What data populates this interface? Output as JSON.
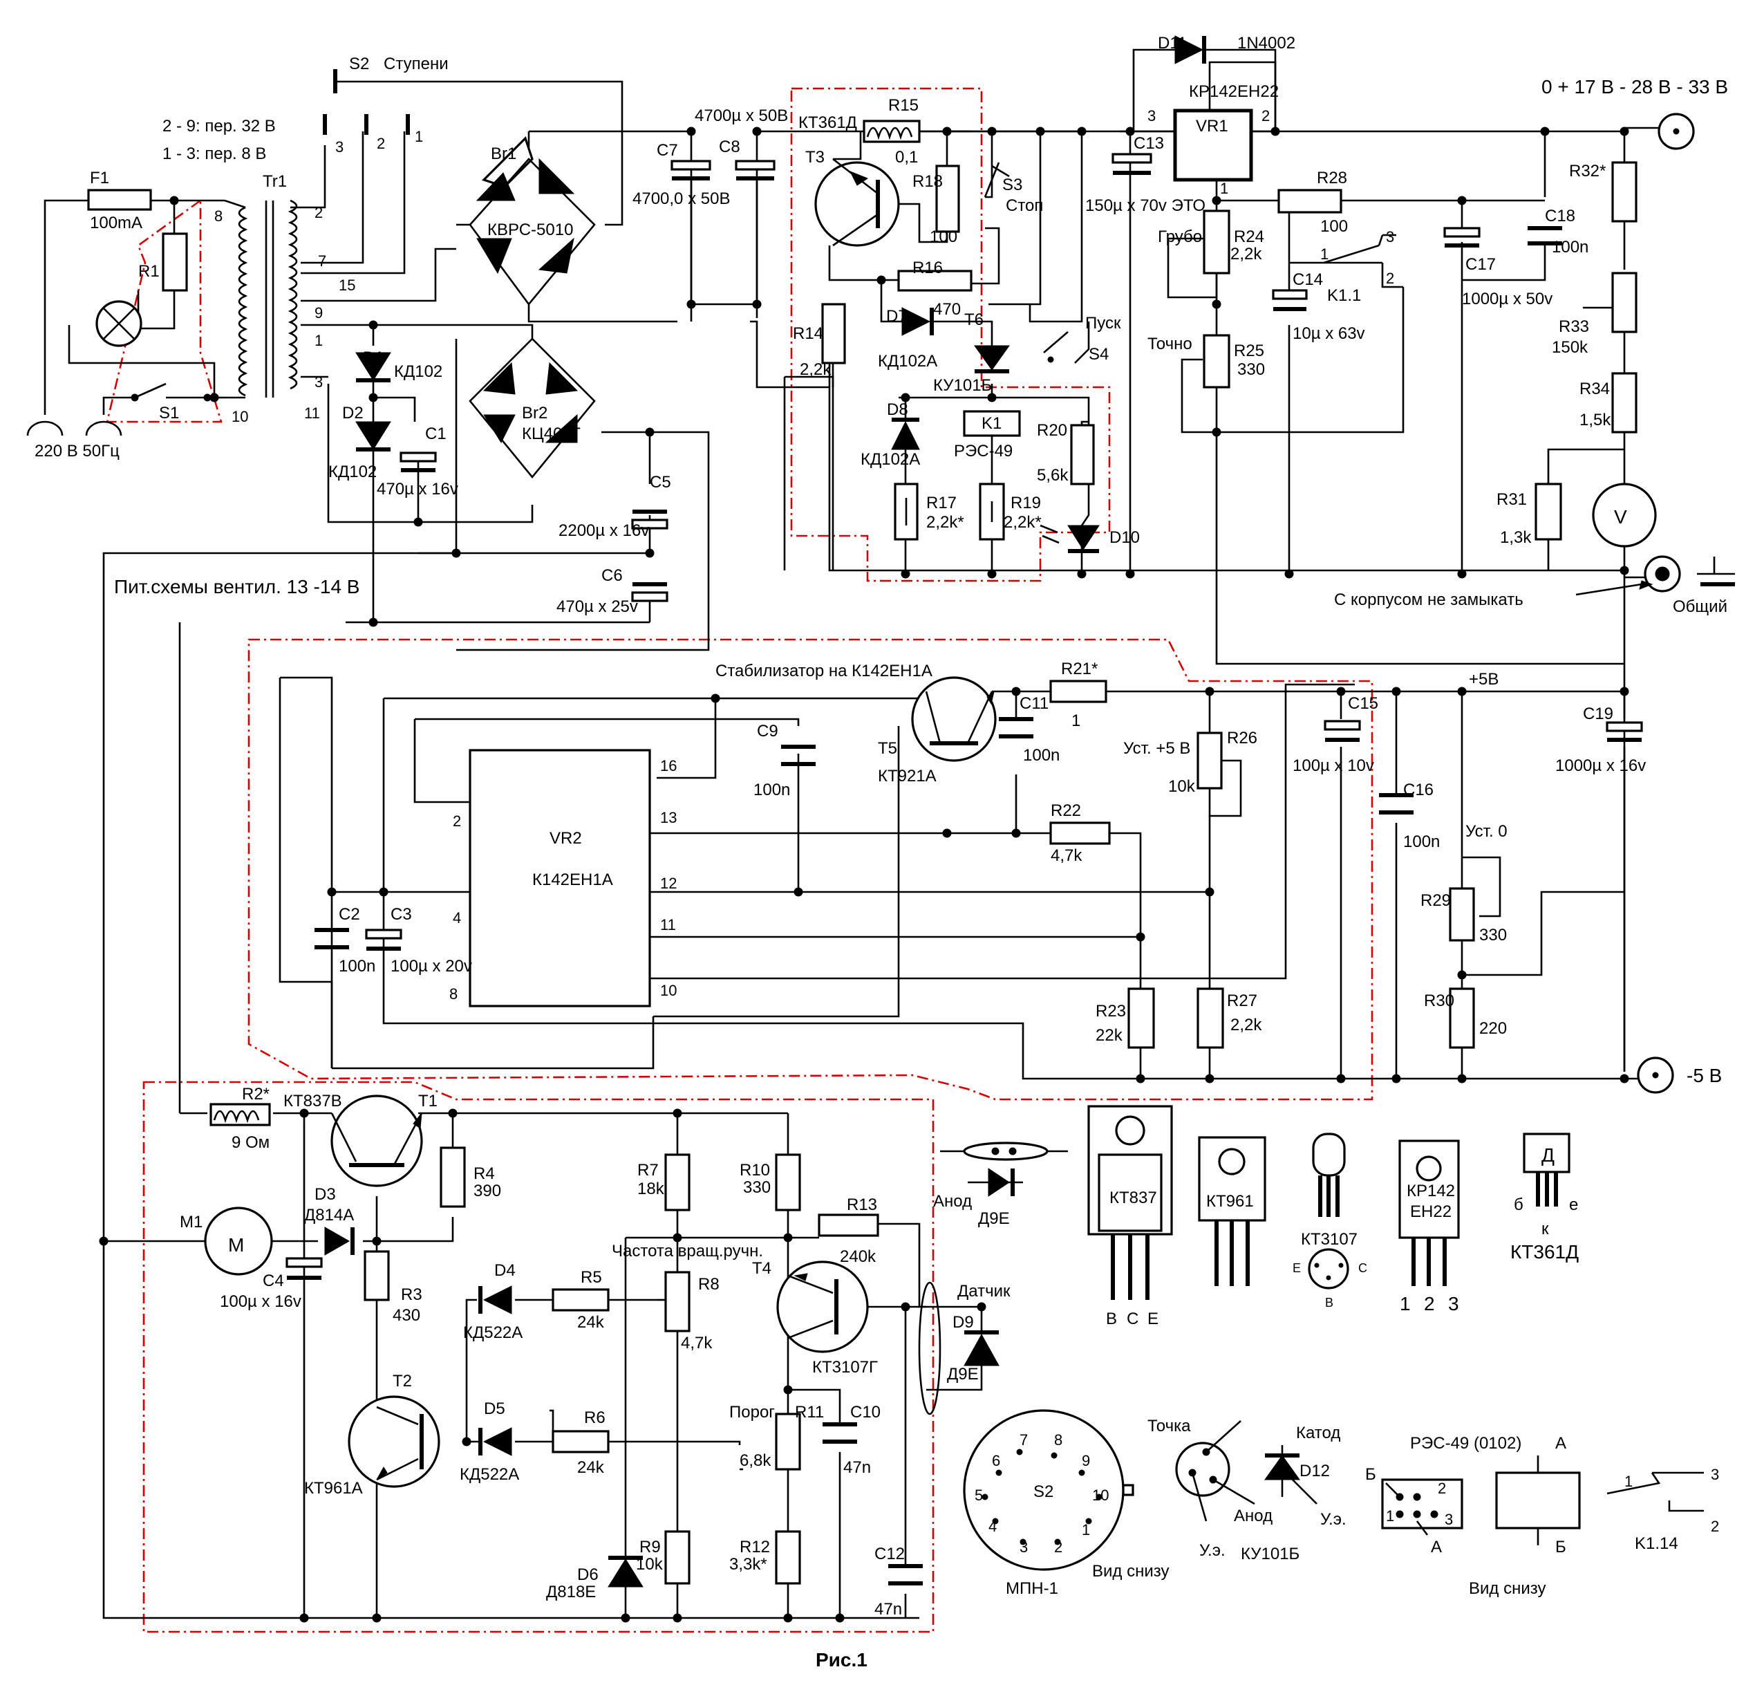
{
  "figure": {
    "title": "Рис.1",
    "output_range": "0 + 17 В - 28 В - 33 В",
    "neg_out": "-5 В",
    "common": "Общий",
    "no_case_note": "С корпусом не замыкать",
    "mains": "220 В 50Гц",
    "fan_supply": "Пит.схемы вентил. 13 -14 В",
    "stab_note": "Стабилизатор на К142ЕН1А",
    "plus5": "+5В",
    "freq_manual": "Частота вращ.ручн.",
    "threshold": "Порог",
    "sensor": "Датчик",
    "view_below": "Вид снизу"
  },
  "parts": {
    "F1": "F1",
    "F1v": "100mA",
    "Tr1": "Tr1",
    "S2": "S2",
    "S2v": "Ступени",
    "tap_note1": "2 - 9: пер. 32 В",
    "tap_note2": "1 - 3: пер. 8 В",
    "Br1": "Br1",
    "Br1v": "КВРС-5010",
    "Br2": "Br2",
    "Br2v": "КЦ402Г",
    "C7": "C7",
    "C7v": "4700,0 x 50В",
    "C8": "C8",
    "C8v": "4700µ x 50В",
    "T3": "T3",
    "T3v": "КТ361Д",
    "R15": "R15",
    "R15v": "0,1",
    "R18": "R18",
    "R18v": "100",
    "S3": "S3",
    "S3v": "Стоп",
    "R16": "R16",
    "R16v": "470",
    "D7": "D7",
    "D7v": "КД102А",
    "T6": "T6",
    "T6v": "КУ101Б",
    "R14": "R14",
    "R14v": "2,2k",
    "D8": "D8",
    "D8v": "КД102А",
    "K1": "K1",
    "K1v": "РЭС-49",
    "R17": "R17",
    "R17v": "2,2k*",
    "R19": "R19",
    "R19v": "2,2k*",
    "R20": "R20",
    "R20v": "5,6k",
    "D10": "D10",
    "S4": "S4",
    "S4v": "Пуск",
    "D11": "D11",
    "D11v": "1N4002",
    "VR1": "VR1",
    "VR1v": "КР142ЕН22",
    "C13": "C13",
    "C13v": "150µ x 70v ЭТО",
    "R24": "R24",
    "R24v": "2,2k",
    "coarse": "Грубо",
    "R25": "R25",
    "R25v": "330",
    "fine": "Точно",
    "R28": "R28",
    "R28v": "100",
    "C14": "C14",
    "C14v": "10µ x 63v",
    "K11": "K1.1",
    "C17": "C17",
    "C17v": "1000µ x 50v",
    "C18": "C18",
    "C18v": "100n",
    "R32": "R32*",
    "R33": "R33",
    "R33v": "150k",
    "R34": "R34",
    "R34v": "1,5k",
    "R31": "R31",
    "R31v": "1,3k",
    "V": "V",
    "D1": "D1",
    "D1v": "КД102",
    "D2": "D2",
    "D2v": "КД102",
    "C1": "C1",
    "C1v": "470µ x 16v",
    "C5": "C5",
    "C5v": "2200µ x 16v",
    "C6": "C6",
    "C6v": "470µ x 25v",
    "R1": "R1",
    "S1": "S1",
    "T5": "T5",
    "T5v": "КТ921А",
    "C11": "C11",
    "C11v": "100n",
    "R21": "R21*",
    "R21v": "1",
    "C9": "C9",
    "C9v": "100n",
    "VR2": "VR2",
    "VR2v": "К142ЕН1А",
    "R26": "R26",
    "R26v": "10k",
    "set5": "Уст. +5 В",
    "C15": "C15",
    "C15v": "100µ x 10v",
    "C16": "C16",
    "C16v": "100n",
    "C19": "C19",
    "C19v": "1000µ x 16v",
    "R22": "R22",
    "R22v": "4,7k",
    "R23": "R23",
    "R23v": "22k",
    "R27": "R27",
    "R27v": "2,2k",
    "R29": "R29",
    "R29v": "330",
    "set0": "Уст. 0",
    "R30": "R30",
    "R30v": "220",
    "C2": "C2",
    "C2v": "100n",
    "C3": "C3",
    "C3v": "100µ x 20v",
    "R2": "R2*",
    "R2v": "9 Ом",
    "T1": "T1",
    "T1v": "КТ837В",
    "R4": "R4",
    "R4v": "390",
    "M1": "M1",
    "Mv": "M",
    "D3": "D3",
    "D3v": "Д814А",
    "C4": "C4",
    "C4v": "100µ x 16v",
    "R3": "R3",
    "R3v": "430",
    "T2": "T2",
    "T2v": "КТ961А",
    "D4": "D4",
    "D4v": "КД522А",
    "D5": "D5",
    "D5v": "КД522А",
    "R5": "R5",
    "R5v": "24k",
    "R6": "R6",
    "R6v": "24k",
    "R7": "R7",
    "R7v": "18k",
    "R8": "R8",
    "R8v": "4,7k",
    "R9": "R9",
    "R9v": "10k",
    "D6": "D6",
    "D6v": "Д818Е",
    "R10": "R10",
    "R10v": "330",
    "R13": "R13",
    "R13v": "240k",
    "T4": "T4",
    "T4v": "КТ3107Г",
    "R11": "R11",
    "R11v": "6,8k",
    "R12": "R12",
    "R12v": "3,3k*",
    "C10": "C10",
    "C10v": "47n",
    "C12": "C12",
    "C12v": "47n",
    "D9": "D9",
    "D9v": "Д9Е"
  },
  "legend": {
    "anode": "Анод",
    "d9e": "Д9Е",
    "kt837": "КТ837",
    "kt961": "КТ961",
    "kt3107": "КТ3107",
    "kp142a": "КР142",
    "kp142b": "ЕН22",
    "d": "Д",
    "kt361": "КТ361Д",
    "pins_bce": [
      "B",
      "C",
      "E"
    ],
    "pins_123": [
      "1",
      "2",
      "3"
    ],
    "pins_361": [
      "б",
      "к",
      "е"
    ],
    "ecb": [
      "E",
      "B",
      "C"
    ],
    "mpn": "МПН-1",
    "s2": "S2",
    "mpn_pins": [
      "7",
      "8",
      "6",
      "9",
      "5",
      "10",
      "4",
      "1",
      "3",
      "2"
    ],
    "dot": "Точка",
    "cathode": "Катод",
    "anode2": "Анод",
    "ue": "У.э.",
    "ue2": "У.э.",
    "d12": "D12",
    "ku": "КУ101Б",
    "res49": "РЭС-49 (0102)",
    "A": "А",
    "B": "Б",
    "A2": "А",
    "B2": "Б",
    "k114": "K1.14"
  },
  "pins": {
    "tr": [
      "8",
      "2",
      "7",
      "15",
      "9",
      "1",
      "3",
      "11",
      "10"
    ],
    "s2": [
      "3",
      "2",
      "1"
    ],
    "vr1": [
      "3",
      "2",
      "1"
    ],
    "k11": [
      "1",
      "3",
      "2"
    ],
    "vr2": [
      "16",
      "2",
      "13",
      "12",
      "4",
      "11",
      "8",
      "10"
    ],
    "res": [
      "2",
      "1",
      "3"
    ],
    "k114": [
      "1",
      "3",
      "2"
    ]
  }
}
